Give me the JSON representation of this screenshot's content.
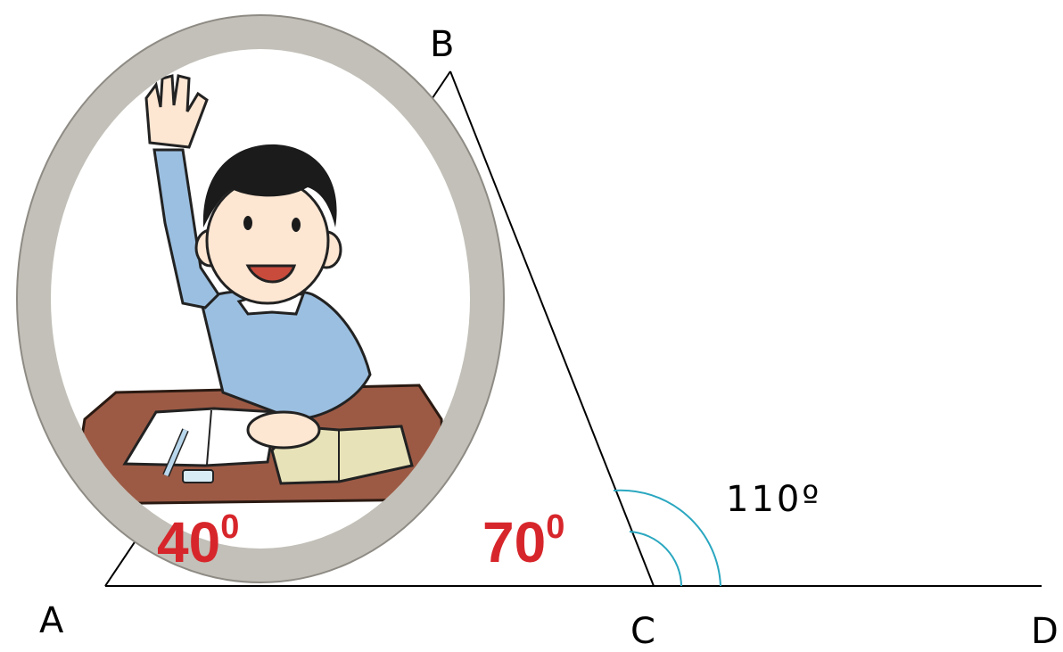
{
  "diagram": {
    "vertices": {
      "a": "A",
      "b": "B",
      "c": "C",
      "d": "D"
    },
    "angles": {
      "angle_a": {
        "value": "40",
        "degree": "0"
      },
      "angle_c": {
        "value": "70",
        "degree": "0"
      },
      "exterior": "110º"
    },
    "colors": {
      "angle_labels": "#d7262b",
      "arcs": "#2aa7c0",
      "frame": "#c2c0b8",
      "lines": "#000000"
    }
  }
}
